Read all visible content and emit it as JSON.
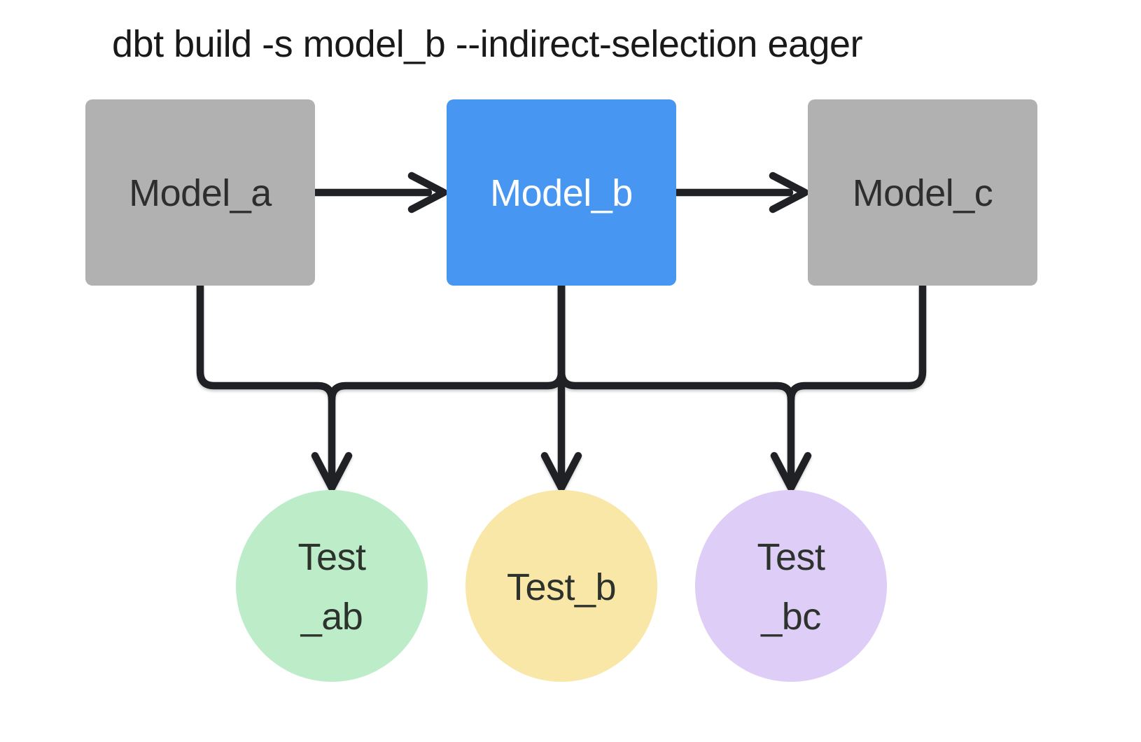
{
  "title": "dbt build -s model_b --indirect-selection eager",
  "connector": {
    "color": "#202124"
  },
  "nodes": {
    "model_a": {
      "label": "Model_a",
      "fill": "#b1b1b2",
      "text_color": "#2e2e2e"
    },
    "model_b": {
      "label": "Model_b",
      "fill": "#4696f2",
      "text_color": "#ffffff"
    },
    "model_c": {
      "label": "Model_c",
      "fill": "#b1b1b2",
      "text_color": "#2e2e2e"
    },
    "test_ab": {
      "label_line1": "Test",
      "label_line2": "_ab",
      "fill": "#bdedc8",
      "text_color": "#2d322d"
    },
    "test_b": {
      "label": "Test_b",
      "fill": "#f8e7a6",
      "text_color": "#2d322d"
    },
    "test_bc": {
      "label_line1": "Test",
      "label_line2": "_bc",
      "fill": "#ddcdf7",
      "text_color": "#2d322d"
    }
  },
  "edges": [
    {
      "from": "Model_a",
      "to": "Model_b"
    },
    {
      "from": "Model_b",
      "to": "Model_c"
    },
    {
      "from": "Model_a",
      "to": "Test_ab"
    },
    {
      "from": "Model_b",
      "to": "Test_ab"
    },
    {
      "from": "Model_b",
      "to": "Test_b"
    },
    {
      "from": "Model_b",
      "to": "Test_bc"
    },
    {
      "from": "Model_c",
      "to": "Test_bc"
    }
  ]
}
